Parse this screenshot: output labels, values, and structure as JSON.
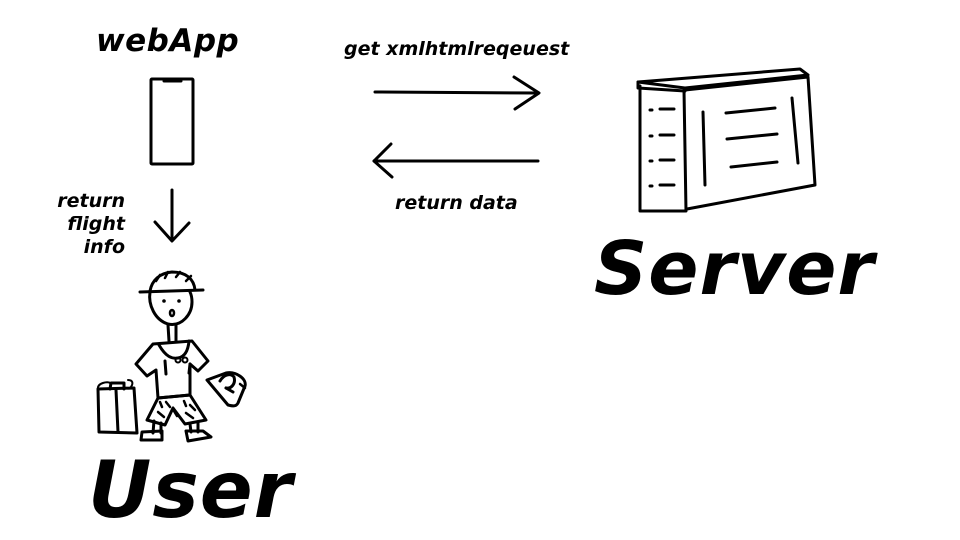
{
  "labels": {
    "webapp": "webApp",
    "request": "get xmlhtmlreqeuest",
    "return_data": "return data",
    "return_flight_line1": "return",
    "return_flight_line2": "flight info",
    "server": "Server",
    "user": "User"
  },
  "icons": {
    "phone": "phone-icon",
    "server": "server-icon",
    "traveler": "traveler-figure-icon",
    "suitcase": "suitcase-icon",
    "handbag": "handbag-icon"
  }
}
